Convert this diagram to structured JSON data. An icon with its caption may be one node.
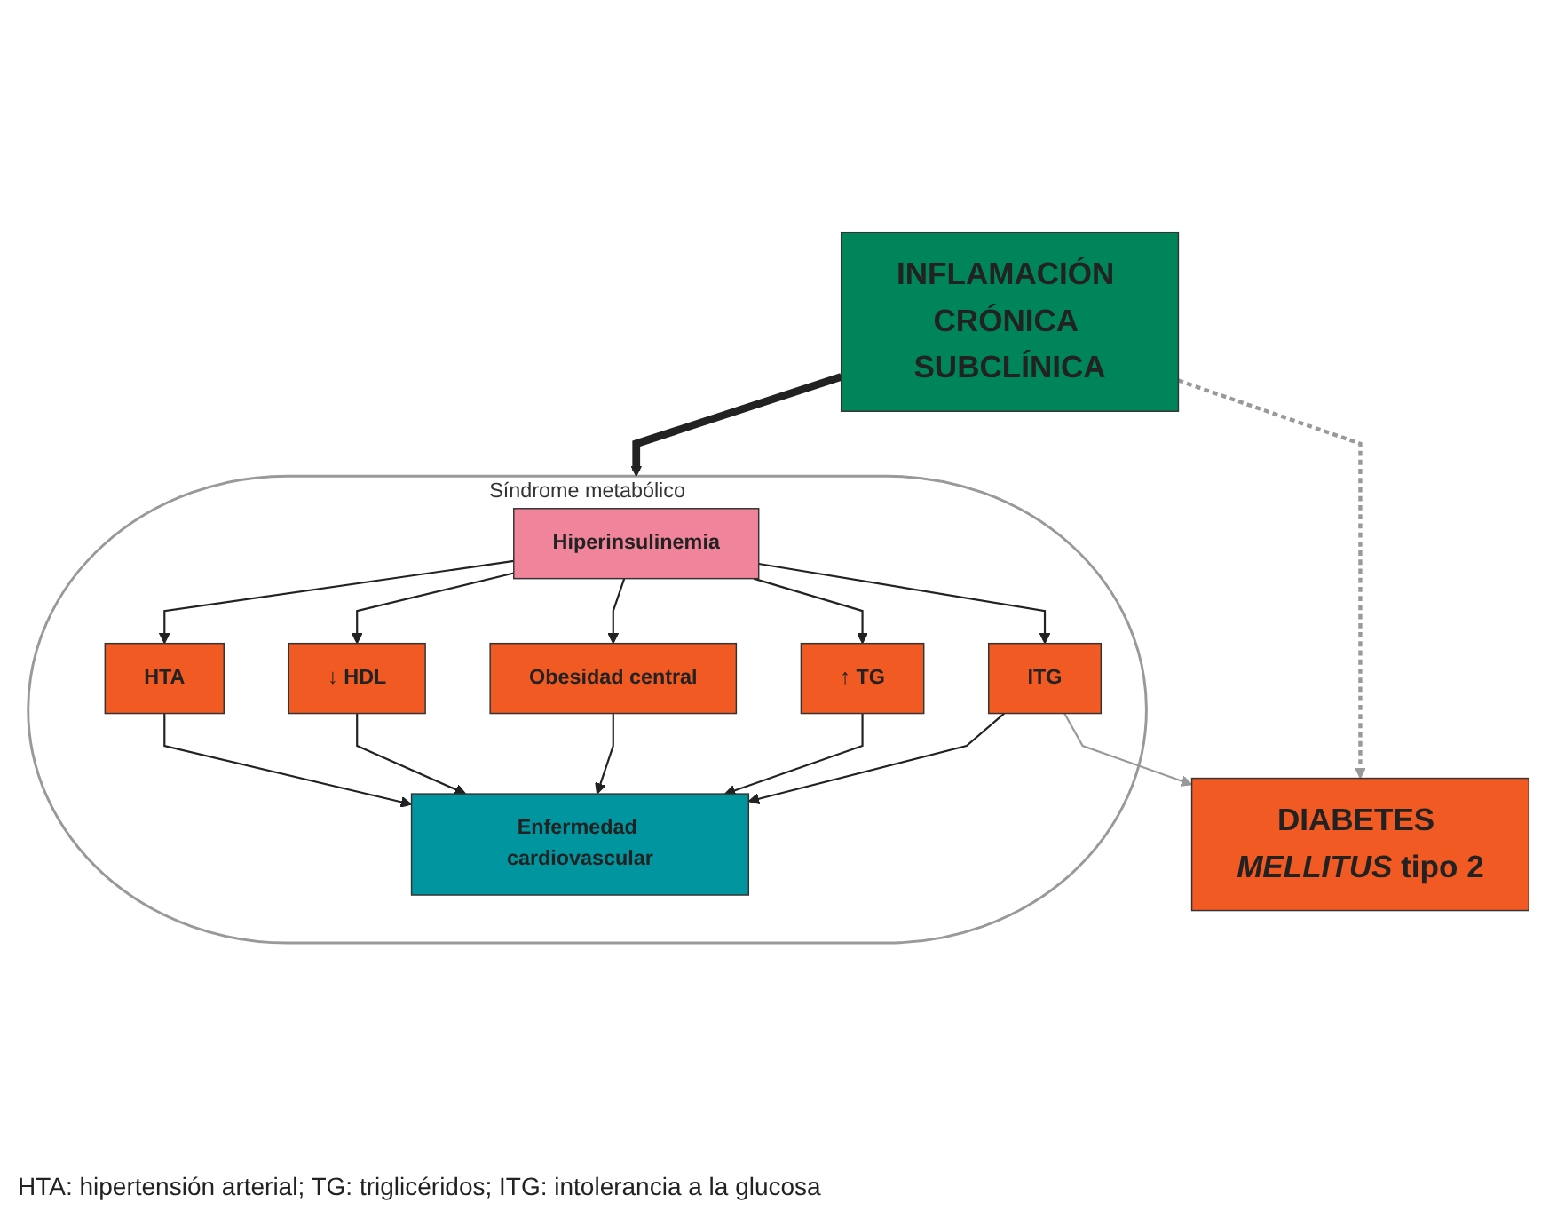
{
  "diagram": {
    "nodes": [
      {
        "text": [
          "INFLAMACIÓN CRÓNICA SUBCLÍNICA"
        ]
      },
      {
        "text": [
          "Síndrome metabólico"
        ]
      },
      {
        "text": [
          "Hiperinsulinemia"
        ],
        "in": 1
      },
      {
        "text": [
          "HTA"
        ],
        "in": 1
      },
      {
        "text": [
          "↓ HDL"
        ],
        "in": 1
      },
      {
        "text": [
          "Obesidad central"
        ],
        "in": 1
      },
      {
        "text": [
          "↑ TG"
        ],
        "in": 1
      },
      {
        "text": [
          "ITG"
        ],
        "in": 1
      },
      {
        "text": [
          "Enfermedad cardiovascular"
        ],
        "in": 1
      },
      {
        "text": [
          "DIABETES *MELLITUS* tipo 2"
        ]
      }
    ],
    "edges": [
      {
        "from": 0,
        "to": 1,
        "arrow": "to",
        "style": "thick"
      },
      {
        "from": 0,
        "to": 9,
        "arrow": "to",
        "style": "dashed",
        "color": "#999999"
      },
      {
        "from": 2,
        "to": 3,
        "arrow": "to"
      },
      {
        "from": 2,
        "to": 4,
        "arrow": "to"
      },
      {
        "from": 2,
        "to": 5,
        "arrow": "to"
      },
      {
        "from": 2,
        "to": 6,
        "arrow": "to"
      },
      {
        "from": 2,
        "to": 7,
        "arrow": "to"
      },
      {
        "from": 3,
        "to": 8,
        "arrow": "to"
      },
      {
        "from": 4,
        "to": 8,
        "arrow": "to"
      },
      {
        "from": 5,
        "to": 8,
        "arrow": "to"
      },
      {
        "from": 6,
        "to": 8,
        "arrow": "to"
      },
      {
        "from": 7,
        "to": 8,
        "arrow": "to"
      },
      {
        "from": 7,
        "to": 9,
        "arrow": "to",
        "color": "#999999"
      }
    ],
    "labels": [
      "HTA: hipertensión arterial; TG: triglicéridos; ITG: intolerancia a la glucosa"
    ]
  }
}
